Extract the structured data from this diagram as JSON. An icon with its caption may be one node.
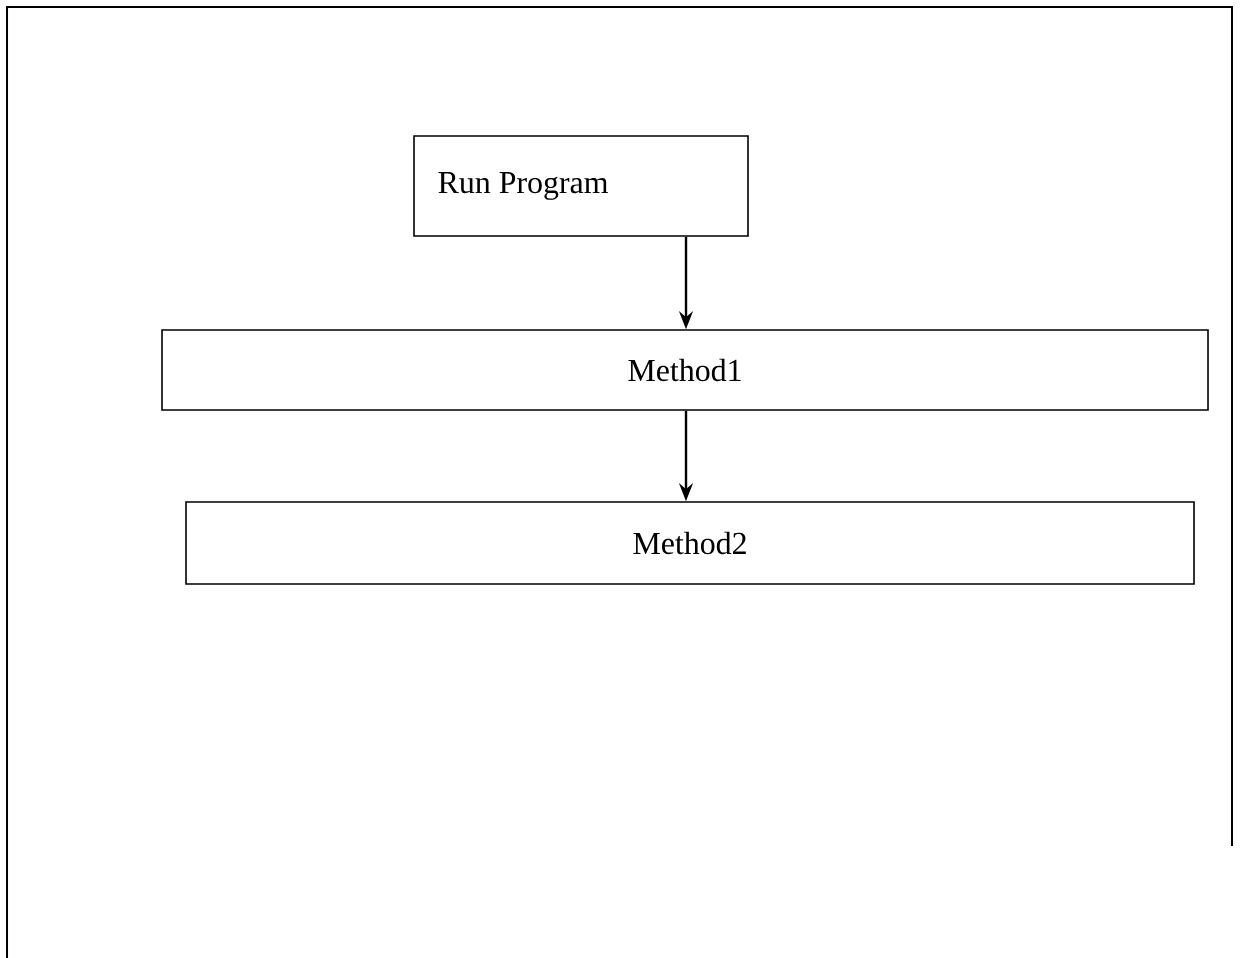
{
  "diagram": {
    "nodes": [
      {
        "text": [
          "Run Program"
        ]
      },
      {
        "text": [
          "Method1"
        ]
      },
      {
        "text": [
          "Method2"
        ]
      }
    ],
    "edges": [
      {
        "from": 0,
        "to": 1,
        "arrow": "to"
      },
      {
        "from": 1,
        "to": 2,
        "arrow": "to"
      }
    ]
  }
}
